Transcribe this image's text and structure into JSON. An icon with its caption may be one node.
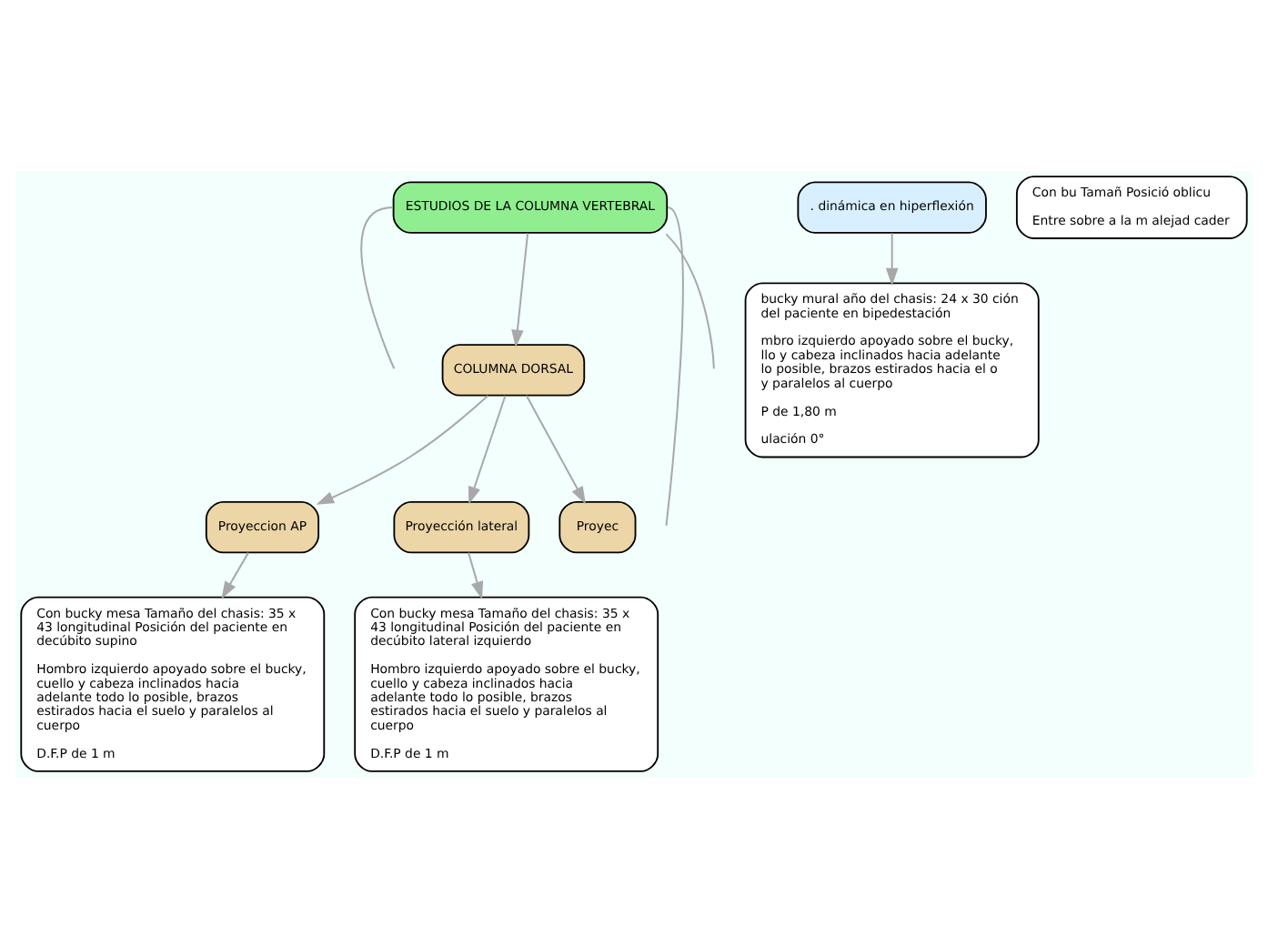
{
  "diagram": {
    "nodes": [
      {
        "text": [
          "ESTUDIOS DE LA COLUMNA VERTEBRAL"
        ]
      },
      {
        "text": [
          ". dinámica en hiperflexión"
        ]
      },
      {
        "text": [
          "bucky mural año del chasis: 24 x 30 ción del paciente en bipedestación",
          "mbro izquierdo apoyado sobre el bucky, llo y cabeza inclinados hacia adelante lo posible, brazos estirados hacia el o y paralelos al cuerpo",
          "P de 1,80 m",
          "ulación 0°"
        ]
      },
      {
        "text": [
          "COLUMNA DORSAL"
        ]
      },
      {
        "text": [
          "Proyeccion AP"
        ]
      },
      {
        "text": [
          "Proyección lateral"
        ]
      },
      {
        "text": [
          "Proyec"
        ]
      },
      {
        "text": [
          "Con bucky mesa Tamaño del chasis: 35 x 43 longitudinal Posición del paciente en decúbito supino",
          "Hombro izquierdo apoyado sobre el bucky, cuello y cabeza inclinados hacia adelante todo lo posible, brazos estirados hacia el suelo y paralelos al cuerpo",
          "D.F.P de 1 m"
        ]
      },
      {
        "text": [
          "Con bucky mesa Tamaño del chasis: 35 x 43 longitudinal Posición del paciente en decúbito lateral izquierdo",
          "Hombro izquierdo apoyado sobre el bucky, cuello y cabeza inclinados hacia adelante todo lo posible, brazos estirados hacia el suelo y paralelos al cuerpo",
          "D.F.P de 1 m"
        ]
      },
      {
        "text": [
          "Con bu Tamañ Posició oblicu",
          "Entre sobre a la m alejad cader"
        ]
      }
    ],
    "edges": [
      {
        "from": 0,
        "to": null,
        "arrow": "none"
      },
      {
        "from": 0,
        "to": null,
        "arrow": "none"
      },
      {
        "from": 0,
        "to": null,
        "arrow": "none"
      },
      {
        "from": 0,
        "to": 3,
        "arrow": "to"
      },
      {
        "from": 1,
        "to": 2,
        "arrow": "to"
      },
      {
        "from": 3,
        "to": 4,
        "arrow": "to"
      },
      {
        "from": 3,
        "to": 5,
        "arrow": "to"
      },
      {
        "from": 3,
        "to": 6,
        "arrow": "to"
      },
      {
        "from": 4,
        "to": 7,
        "arrow": "to"
      },
      {
        "from": 5,
        "to": 8,
        "arrow": "to"
      }
    ]
  }
}
